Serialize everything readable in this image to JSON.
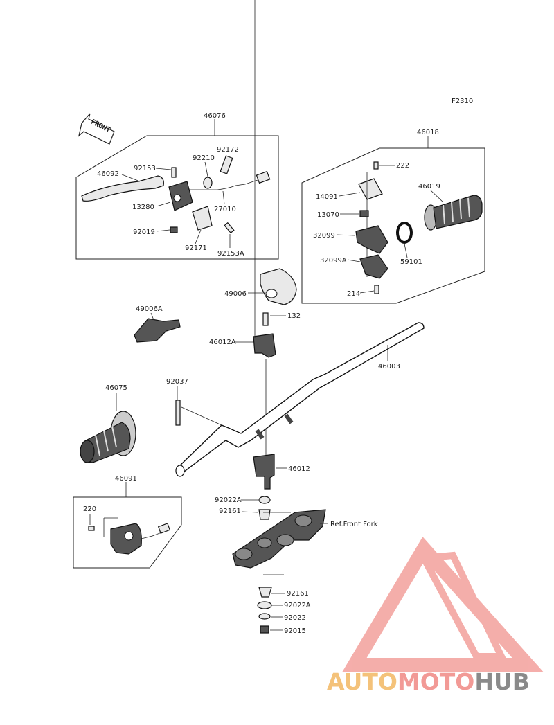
{
  "figure_code": "F2310",
  "front_arrow_text": "FRONT",
  "labels": {
    "l46076": "46076",
    "l46092": "46092",
    "l92153": "92153",
    "l92210": "92210",
    "l92172": "92172",
    "l13280": "13280",
    "l27010": "27010",
    "l92019": "92019",
    "l92171": "92171",
    "l92153A": "92153A",
    "l46018": "46018",
    "l222": "222",
    "l14091": "14091",
    "l46019": "46019",
    "l13070": "13070",
    "l32099": "32099",
    "l59101": "59101",
    "l32099A": "32099A",
    "l214": "214",
    "l49006": "49006",
    "l49006A": "49006A",
    "l132": "132",
    "l46012A": "46012A",
    "l46003": "46003",
    "l92037": "92037",
    "l46075": "46075",
    "l46012": "46012",
    "l46091": "46091",
    "l220": "220",
    "l92022A_top": "92022A",
    "l92161_top": "92161",
    "ref_front_fork": "Ref.Front Fork",
    "l92161_bot": "92161",
    "l92022A_bot": "92022A",
    "l92022": "92022",
    "l92015": "92015"
  },
  "watermark": {
    "part1": "AUTO",
    "part2": "MOTO",
    "part3": "HUB",
    "color1": "#f4c27a",
    "color2": "#f29a96",
    "color3": "#8a8a8a",
    "logo_color": "#f29a96"
  }
}
